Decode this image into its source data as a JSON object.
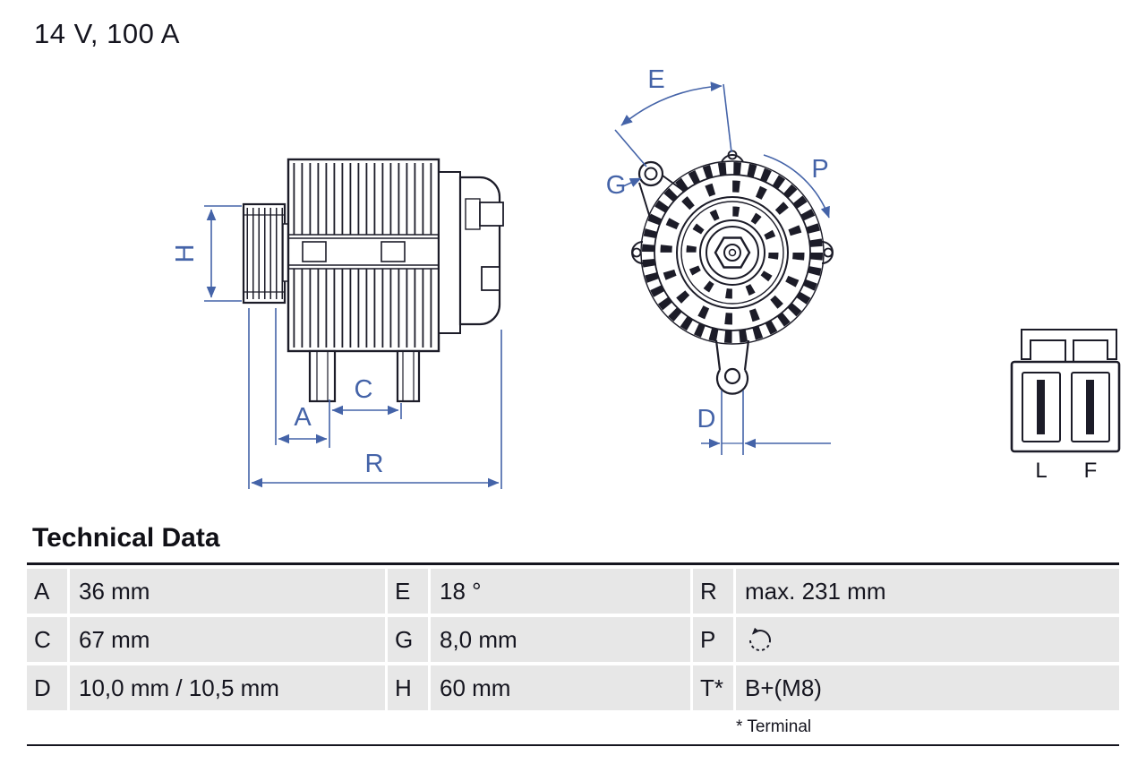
{
  "header": {
    "title": "14 V, 100 A"
  },
  "diagram": {
    "dimensions": {
      "H": "H",
      "A": "A",
      "C": "C",
      "R": "R",
      "E": "E",
      "G": "G",
      "P": "P",
      "D": "D"
    },
    "connector": {
      "left_label": "L",
      "right_label": "F"
    }
  },
  "technical_data": {
    "heading": "Technical Data",
    "rows": [
      {
        "c1_label": "A",
        "c1_value": "36 mm",
        "c2_label": "E",
        "c2_value": "18 °",
        "c3_label": "R",
        "c3_value": "max. 231 mm"
      },
      {
        "c1_label": "C",
        "c1_value": "67 mm",
        "c2_label": "G",
        "c2_value": "8,0 mm",
        "c3_label": "P",
        "c3_value": "",
        "c3_icon": "rotation-direction-ccw"
      },
      {
        "c1_label": "D",
        "c1_value": "10,0 mm / 10,5 mm",
        "c2_label": "H",
        "c2_value": "60 mm",
        "c3_label": "T*",
        "c3_value": "B+(M8)"
      }
    ],
    "footnote": "* Terminal"
  },
  "colors": {
    "dimension_line": "#4463a8",
    "drawing_line": "#1c1c28",
    "table_row_bg": "#e7e7e7"
  }
}
